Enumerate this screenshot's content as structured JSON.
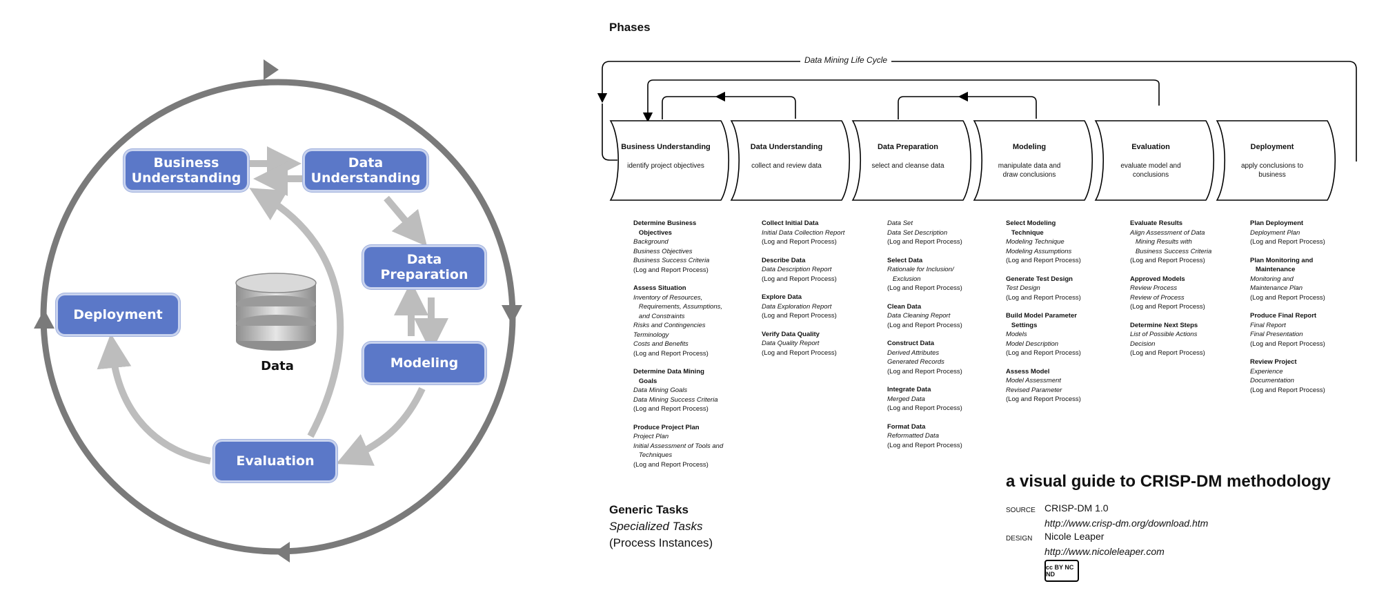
{
  "cycle": {
    "boxes": [
      {
        "id": "business",
        "label": "Business\nUnderstanding"
      },
      {
        "id": "data_und",
        "label": "Data\nUnderstanding"
      },
      {
        "id": "data_prep",
        "label": "Data\nPreparation"
      },
      {
        "id": "modeling",
        "label": "Modeling"
      },
      {
        "id": "evaluation",
        "label": "Evaluation"
      },
      {
        "id": "deployment",
        "label": "Deployment"
      }
    ],
    "center_label": "Data"
  },
  "guide": {
    "phases_title": "Phases",
    "lifecycle_label": "Data Mining Life Cycle",
    "phases": [
      {
        "name": "Business Understanding",
        "desc": "identify project objectives",
        "tasks": [
          {
            "name": "Determine Business\n   Objectives",
            "outputs": [
              "Background",
              "Business Objectives",
              "Business Success Criteria"
            ],
            "process": "(Log and Report Process)"
          },
          {
            "name": "Assess Situation",
            "outputs": [
              "Inventory of Resources,",
              "   Requirements, Assumptions,",
              "   and Constraints",
              "Risks and Contingencies",
              "Terminology",
              "Costs and Benefits"
            ],
            "process": "(Log and Report Process)"
          },
          {
            "name": "Determine Data Mining\n   Goals",
            "outputs": [
              "Data Mining Goals",
              "Data Mining Success Criteria"
            ],
            "process": "(Log and Report Process)"
          },
          {
            "name": "Produce Project Plan",
            "outputs": [
              "Project Plan",
              "Initial Assessment of Tools and",
              "   Techniques"
            ],
            "process": "(Log and Report Process)"
          }
        ]
      },
      {
        "name": "Data Understanding",
        "desc": "collect and review data",
        "tasks": [
          {
            "name": "Collect Initial Data",
            "outputs": [
              "Initial Data Collection Report"
            ],
            "process": "(Log and Report Process)"
          },
          {
            "name": "Describe Data",
            "outputs": [
              "Data Description Report"
            ],
            "process": "(Log and Report Process)"
          },
          {
            "name": "Explore Data",
            "outputs": [
              "Data Exploration Report"
            ],
            "process": "(Log and Report Process)"
          },
          {
            "name": "Verify Data Quality",
            "outputs": [
              "Data Quality Report"
            ],
            "process": "(Log and Report Process)"
          }
        ]
      },
      {
        "name": "Data Preparation",
        "desc": "select and cleanse data",
        "tasks": [
          {
            "name": "",
            "outputs": [
              "Data Set",
              "Data Set Description"
            ],
            "process": "(Log and Report Process)"
          },
          {
            "name": "Select Data",
            "outputs": [
              "Rationale for Inclusion/",
              "   Exclusion"
            ],
            "process": "(Log and Report Process)"
          },
          {
            "name": "Clean Data",
            "outputs": [
              "Data Cleaning Report"
            ],
            "process": "(Log and Report Process)"
          },
          {
            "name": "Construct Data",
            "outputs": [
              "Derived Attributes",
              "Generated Records"
            ],
            "process": "(Log and Report Process)"
          },
          {
            "name": "Integrate Data",
            "outputs": [
              "Merged Data"
            ],
            "process": "(Log and Report Process)"
          },
          {
            "name": "Format Data",
            "outputs": [
              "Reformatted Data"
            ],
            "process": "(Log and Report Process)"
          }
        ]
      },
      {
        "name": "Modeling",
        "desc": "manipulate data and\ndraw conclusions",
        "tasks": [
          {
            "name": "Select Modeling\n   Technique",
            "outputs": [
              "Modeling Technique",
              "Modeling Assumptions"
            ],
            "process": "(Log and Report Process)"
          },
          {
            "name": "Generate Test Design",
            "outputs": [
              "Test Design"
            ],
            "process": "(Log and Report Process)"
          },
          {
            "name": "Build Model Parameter\n   Settings",
            "outputs": [
              "Models",
              "Model Description"
            ],
            "process": "(Log and Report Process)"
          },
          {
            "name": "Assess Model",
            "outputs": [
              "Model Assessment",
              "Revised Parameter"
            ],
            "process": "(Log and Report Process)"
          }
        ]
      },
      {
        "name": "Evaluation",
        "desc": "evaluate model and\nconclusions",
        "tasks": [
          {
            "name": "Evaluate Results",
            "outputs": [
              "Align Assessment of Data",
              "   Mining Results with",
              "   Business Success Criteria"
            ],
            "process": "(Log and Report Process)"
          },
          {
            "name": "Approved Models",
            "outputs": [
              "Review Process",
              "Review of Process"
            ],
            "process": "(Log and Report Process)"
          },
          {
            "name": "Determine Next Steps",
            "outputs": [
              "List of Possible Actions",
              "Decision"
            ],
            "process": "(Log and Report Process)"
          }
        ]
      },
      {
        "name": "Deployment",
        "desc": "apply conclusions to\nbusiness",
        "tasks": [
          {
            "name": "Plan Deployment",
            "outputs": [
              "Deployment Plan"
            ],
            "process": "(Log and Report Process)"
          },
          {
            "name": "Plan Monitoring and\n   Maintenance",
            "outputs": [
              "Monitoring and",
              "Maintenance Plan"
            ],
            "process": "(Log and Report Process)"
          },
          {
            "name": "Produce Final Report",
            "outputs": [
              "Final Report",
              "Final Presentation"
            ],
            "process": "(Log and Report Process)"
          },
          {
            "name": "Review Project",
            "outputs": [
              "Experience",
              "Documentation"
            ],
            "process": "(Log and Report Process)"
          }
        ]
      }
    ],
    "legend": {
      "generic": "Generic Tasks",
      "specialized": "Specialized Tasks",
      "process": "(Process Instances)"
    },
    "title": "a visual guide to CRISP-DM methodology",
    "credits": {
      "source_key": "SOURCE",
      "source_value": "CRISP-DM 1.0",
      "source_url": "http://www.crisp-dm.org/download.htm",
      "design_key": "DESIGN",
      "design_value": "Nicole Leaper",
      "design_url": "http://www.nicoleleaper.com"
    },
    "license_badge": "cc BY NC ND"
  }
}
